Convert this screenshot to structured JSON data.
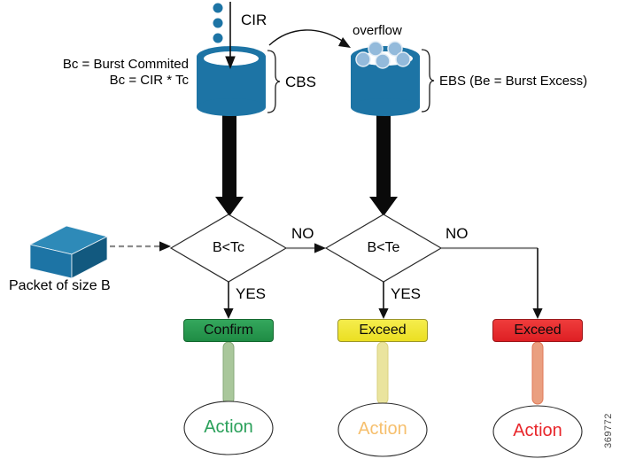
{
  "figure_number": "369772",
  "colors": {
    "bucket_blue": "#1d74a5",
    "token_blue": "#93badb",
    "packet_top": "#2e8ab8",
    "packet_front": "#1d74a5",
    "packet_side": "#12597f",
    "confirm_green": "#2a9a51",
    "exceed_yellow": "#f0e431",
    "exceed_red": "#e8262b",
    "action_green": "#2aa05a",
    "action_orange": "#f6bf6d",
    "action_red": "#e8262b"
  },
  "top": {
    "cir_label": "CIR",
    "overflow_label": "overflow"
  },
  "cbs": {
    "note_line1": "Bc = Burst Commited",
    "note_line2": "Bc = CIR * Tc",
    "label": "CBS"
  },
  "ebs": {
    "label": "EBS (Be = Burst Excess)"
  },
  "packet": {
    "label": "Packet of size B"
  },
  "decisions": {
    "first": {
      "condition": "B<Tc",
      "no": "NO",
      "yes": "YES"
    },
    "second": {
      "condition": "B<Te",
      "no": "NO",
      "yes": "YES"
    }
  },
  "outcomes": {
    "confirm": {
      "label": "Confirm",
      "action": "Action"
    },
    "exceed": {
      "label": "Exceed",
      "action": "Action"
    },
    "violate": {
      "label": "Exceed",
      "action": "Action"
    }
  }
}
